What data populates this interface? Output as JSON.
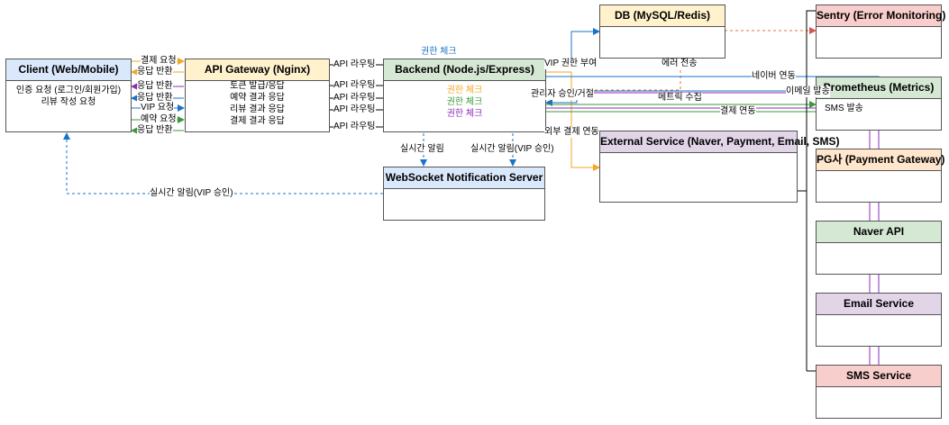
{
  "colors": {
    "client": "#dae8fc",
    "gateway": "#fff2cc",
    "backend": "#d5e8d4",
    "websocket": "#dae8fc",
    "db": "#fff2cc",
    "external": "#e1d5e7",
    "sentry": "#f8cecc",
    "prometheus": "#d5e8d4",
    "pg": "#ffe6cc",
    "naver": "#d5e8d4",
    "email": "#e1d5e7",
    "sms": "#f8cecc",
    "orange": "#f5a623",
    "blue": "#1a73c8",
    "purple": "#8e2bb8",
    "green": "#3a9a3a",
    "red": "#d9534f"
  },
  "nodes": {
    "client": {
      "title": "Client (Web/Mobile)",
      "lines": [
        "인증 요청 (로그인/회원가입)",
        "리뷰 작성 요청"
      ]
    },
    "gateway": {
      "title": "API Gateway (Nginx)",
      "lines": [
        "토큰 발급/응답",
        "예약 결과 응답",
        "리뷰 결과 응답",
        "결제 결과 응답"
      ]
    },
    "backend": {
      "title": "Backend (Node.js/Express)",
      "lines": [
        "권한 체크",
        "권한 체크",
        "권한 체크"
      ],
      "top_label": "권한 체크"
    },
    "websocket": {
      "title": "WebSocket Notification Server"
    },
    "db": {
      "title": "DB (MySQL/Redis)"
    },
    "external": {
      "title": "External Service (Naver, Payment, Email, SMS)"
    },
    "sentry": {
      "title": "Sentry (Error Monitoring)"
    },
    "prometheus": {
      "title": "Prometheus (Metrics)"
    },
    "pg": {
      "title": "PG사 (Payment Gateway)"
    },
    "naver": {
      "title": "Naver API"
    },
    "email": {
      "title": "Email Service"
    },
    "sms": {
      "title": "SMS Service"
    }
  },
  "edges": {
    "client_gateway": [
      "결제 요청",
      "응답 반환",
      "응답 반환",
      "응답 반환",
      "VIP 요청",
      "예약 요청",
      "응답 반환"
    ],
    "gateway_backend": [
      "API 라우팅",
      "API 라우팅",
      "API 라우팅",
      "API 라우팅",
      "API 라우팅"
    ],
    "backend_ws_1": "실시간 알림",
    "backend_ws_2": "실시간 알림(VIP 승인)",
    "ws_client": "실시간 알림(VIP 승인)",
    "vip_grant": "VIP 권한 부여",
    "error_send": "에러 전송",
    "naver_link": "네이버 연동",
    "admin_approve": "관리자 승인/거절",
    "email_send": "이메일 발송",
    "metrics": "메트릭 수집",
    "sms_send": "SMS 발송",
    "payment_link": "결제 연동",
    "external_payment": "외부 결제 연동"
  }
}
